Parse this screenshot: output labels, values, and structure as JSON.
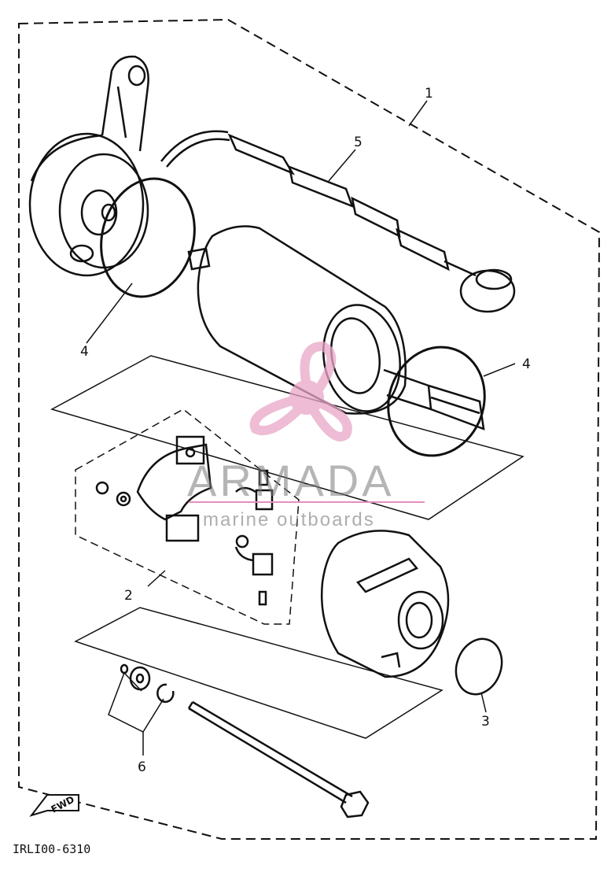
{
  "callouts": {
    "c1": "1",
    "c2": "2",
    "c3": "3",
    "c4_left": "4",
    "c4_right": "4",
    "c5": "5",
    "c6": "6"
  },
  "fwd_label": "FWD",
  "diagram_code": "IRLI00-6310",
  "watermark": {
    "title": "ARMADA",
    "subtitle": "marine outboards"
  },
  "colors": {
    "line": "#111111",
    "watermark_logo": "#e9a6c8",
    "watermark_rule": "#e58fbf",
    "watermark_text": "#7a7a7a"
  }
}
